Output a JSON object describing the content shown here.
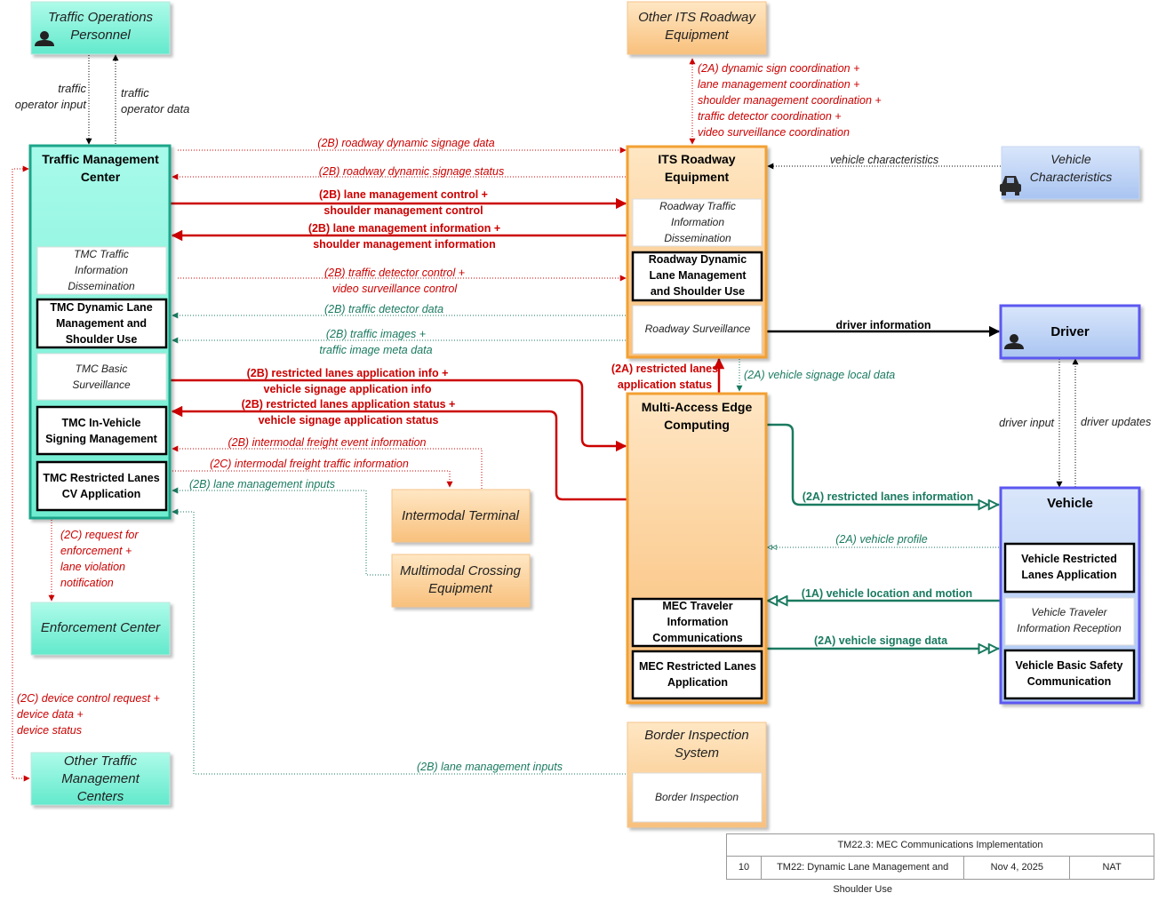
{
  "entities": {
    "traffic_operations_personnel": [
      "Traffic Operations",
      "Personnel"
    ],
    "other_its_roadway_equipment": [
      "Other ITS Roadway",
      "Equipment"
    ],
    "traffic_management_center": [
      "Traffic Management",
      "Center"
    ],
    "its_roadway_equipment": [
      "ITS Roadway",
      "Equipment"
    ],
    "vehicle_characteristics": [
      "Vehicle",
      "Characteristics"
    ],
    "driver": "Driver",
    "multi_access_edge_computing": [
      "Multi-Access Edge",
      "Computing"
    ],
    "vehicle": "Vehicle",
    "intermodal_terminal": "Intermodal Terminal",
    "multimodal_crossing_equipment": [
      "Multimodal Crossing",
      "Equipment"
    ],
    "enforcement_center": "Enforcement Center",
    "other_traffic_management_centers": [
      "Other Traffic",
      "Management",
      "Centers"
    ],
    "border_inspection_system": [
      "Border Inspection",
      "System"
    ]
  },
  "objects": {
    "tmc_traffic_info_dissemination": [
      "TMC Traffic",
      "Information",
      "Dissemination"
    ],
    "tmc_dynamic_lane_mgmt": [
      "TMC Dynamic Lane",
      "Management and",
      "Shoulder Use"
    ],
    "tmc_basic_surveillance": [
      "TMC Basic",
      "Surveillance"
    ],
    "tmc_in_vehicle_signing": [
      "TMC In-Vehicle",
      "Signing Management"
    ],
    "tmc_restricted_lanes": [
      "TMC Restricted Lanes",
      "CV Application"
    ],
    "roadway_traffic_info_dissemination": [
      "Roadway Traffic",
      "Information",
      "Dissemination"
    ],
    "roadway_dynamic_lane_mgmt": [
      "Roadway Dynamic",
      "Lane Management",
      "and Shoulder Use"
    ],
    "roadway_surveillance": "Roadway Surveillance",
    "mec_traveler_info_comm": [
      "MEC Traveler",
      "Information",
      "Communications"
    ],
    "mec_restricted_lanes_app": [
      "MEC Restricted Lanes",
      "Application"
    ],
    "vehicle_restricted_lanes_app": [
      "Vehicle Restricted",
      "Lanes Application"
    ],
    "vehicle_traveler_info_reception": [
      "Vehicle Traveler",
      "Information Reception"
    ],
    "vehicle_basic_safety_comm": [
      "Vehicle Basic Safety",
      "Communication"
    ],
    "border_inspection": "Border Inspection"
  },
  "flows": {
    "traffic_operator_input": [
      "traffic",
      "operator input"
    ],
    "traffic_operator_data": [
      "traffic",
      "operator data"
    ],
    "its_coordination": [
      "(2A) dynamic sign coordination +",
      "lane management coordination +",
      "shoulder management coordination +",
      "traffic detector coordination +",
      "video surveillance coordination"
    ],
    "roadway_dynamic_signage_data": "(2B) roadway dynamic signage data",
    "roadway_dynamic_signage_status": "(2B) roadway dynamic signage status",
    "lane_mgmt_control": [
      "(2B) lane management control +",
      "shoulder management control"
    ],
    "lane_mgmt_information": [
      "(2B) lane management information +",
      "shoulder management information"
    ],
    "traffic_detector_control": [
      "(2B) traffic detector control +",
      "video surveillance control"
    ],
    "traffic_detector_data": "(2B) traffic detector data",
    "traffic_images": [
      "(2B) traffic images +",
      "traffic image meta data"
    ],
    "restricted_lanes_app_info": [
      "(2B) restricted lanes application info +",
      "vehicle signage application info"
    ],
    "restricted_lanes_app_status": [
      "(2B) restricted lanes application status +",
      "vehicle signage application status"
    ],
    "intermodal_freight_event_info": "(2B) intermodal freight event information",
    "intermodal_freight_traffic_info": "(2C) intermodal freight traffic information",
    "lane_mgmt_inputs_multimodal": "(2B) lane management inputs",
    "request_for_enforcement": [
      "(2C) request for",
      "enforcement +",
      "lane violation",
      "notification"
    ],
    "device_control_request": [
      "(2C) device control request +",
      "device data +",
      "device status"
    ],
    "lane_mgmt_inputs_border": "(2B) lane management inputs",
    "vehicle_characteristics_flow": "vehicle characteristics",
    "driver_information": "driver information",
    "restricted_lanes_app_status_mec": [
      "(2A) restricted lanes",
      "application status"
    ],
    "vehicle_signage_local_data": "(2A) vehicle signage local data",
    "driver_input": "driver input",
    "driver_updates": "driver updates",
    "restricted_lanes_information": "(2A) restricted lanes information",
    "vehicle_profile": "(2A) vehicle profile",
    "vehicle_location_motion": "(1A) vehicle location and motion",
    "vehicle_signage_data": "(2A) vehicle signage data"
  },
  "footer": {
    "title": "TM22.3: MEC Communications Implementation",
    "page": "10",
    "service": "TM22: Dynamic Lane Management and Shoulder Use",
    "date": "Nov 4, 2025",
    "region": "NAT"
  },
  "colors": {
    "center_fill": "#9ff5e2",
    "center_border": "#1fa58a",
    "field_fill": "#fdd9a8",
    "field_border": "#f3a030",
    "terminator_fill": "#bcd3f5",
    "vehicle_border": "#5b58f0",
    "flow_red": "#cc0000",
    "flow_green": "#1a7a60",
    "flow_black": "#000000"
  }
}
